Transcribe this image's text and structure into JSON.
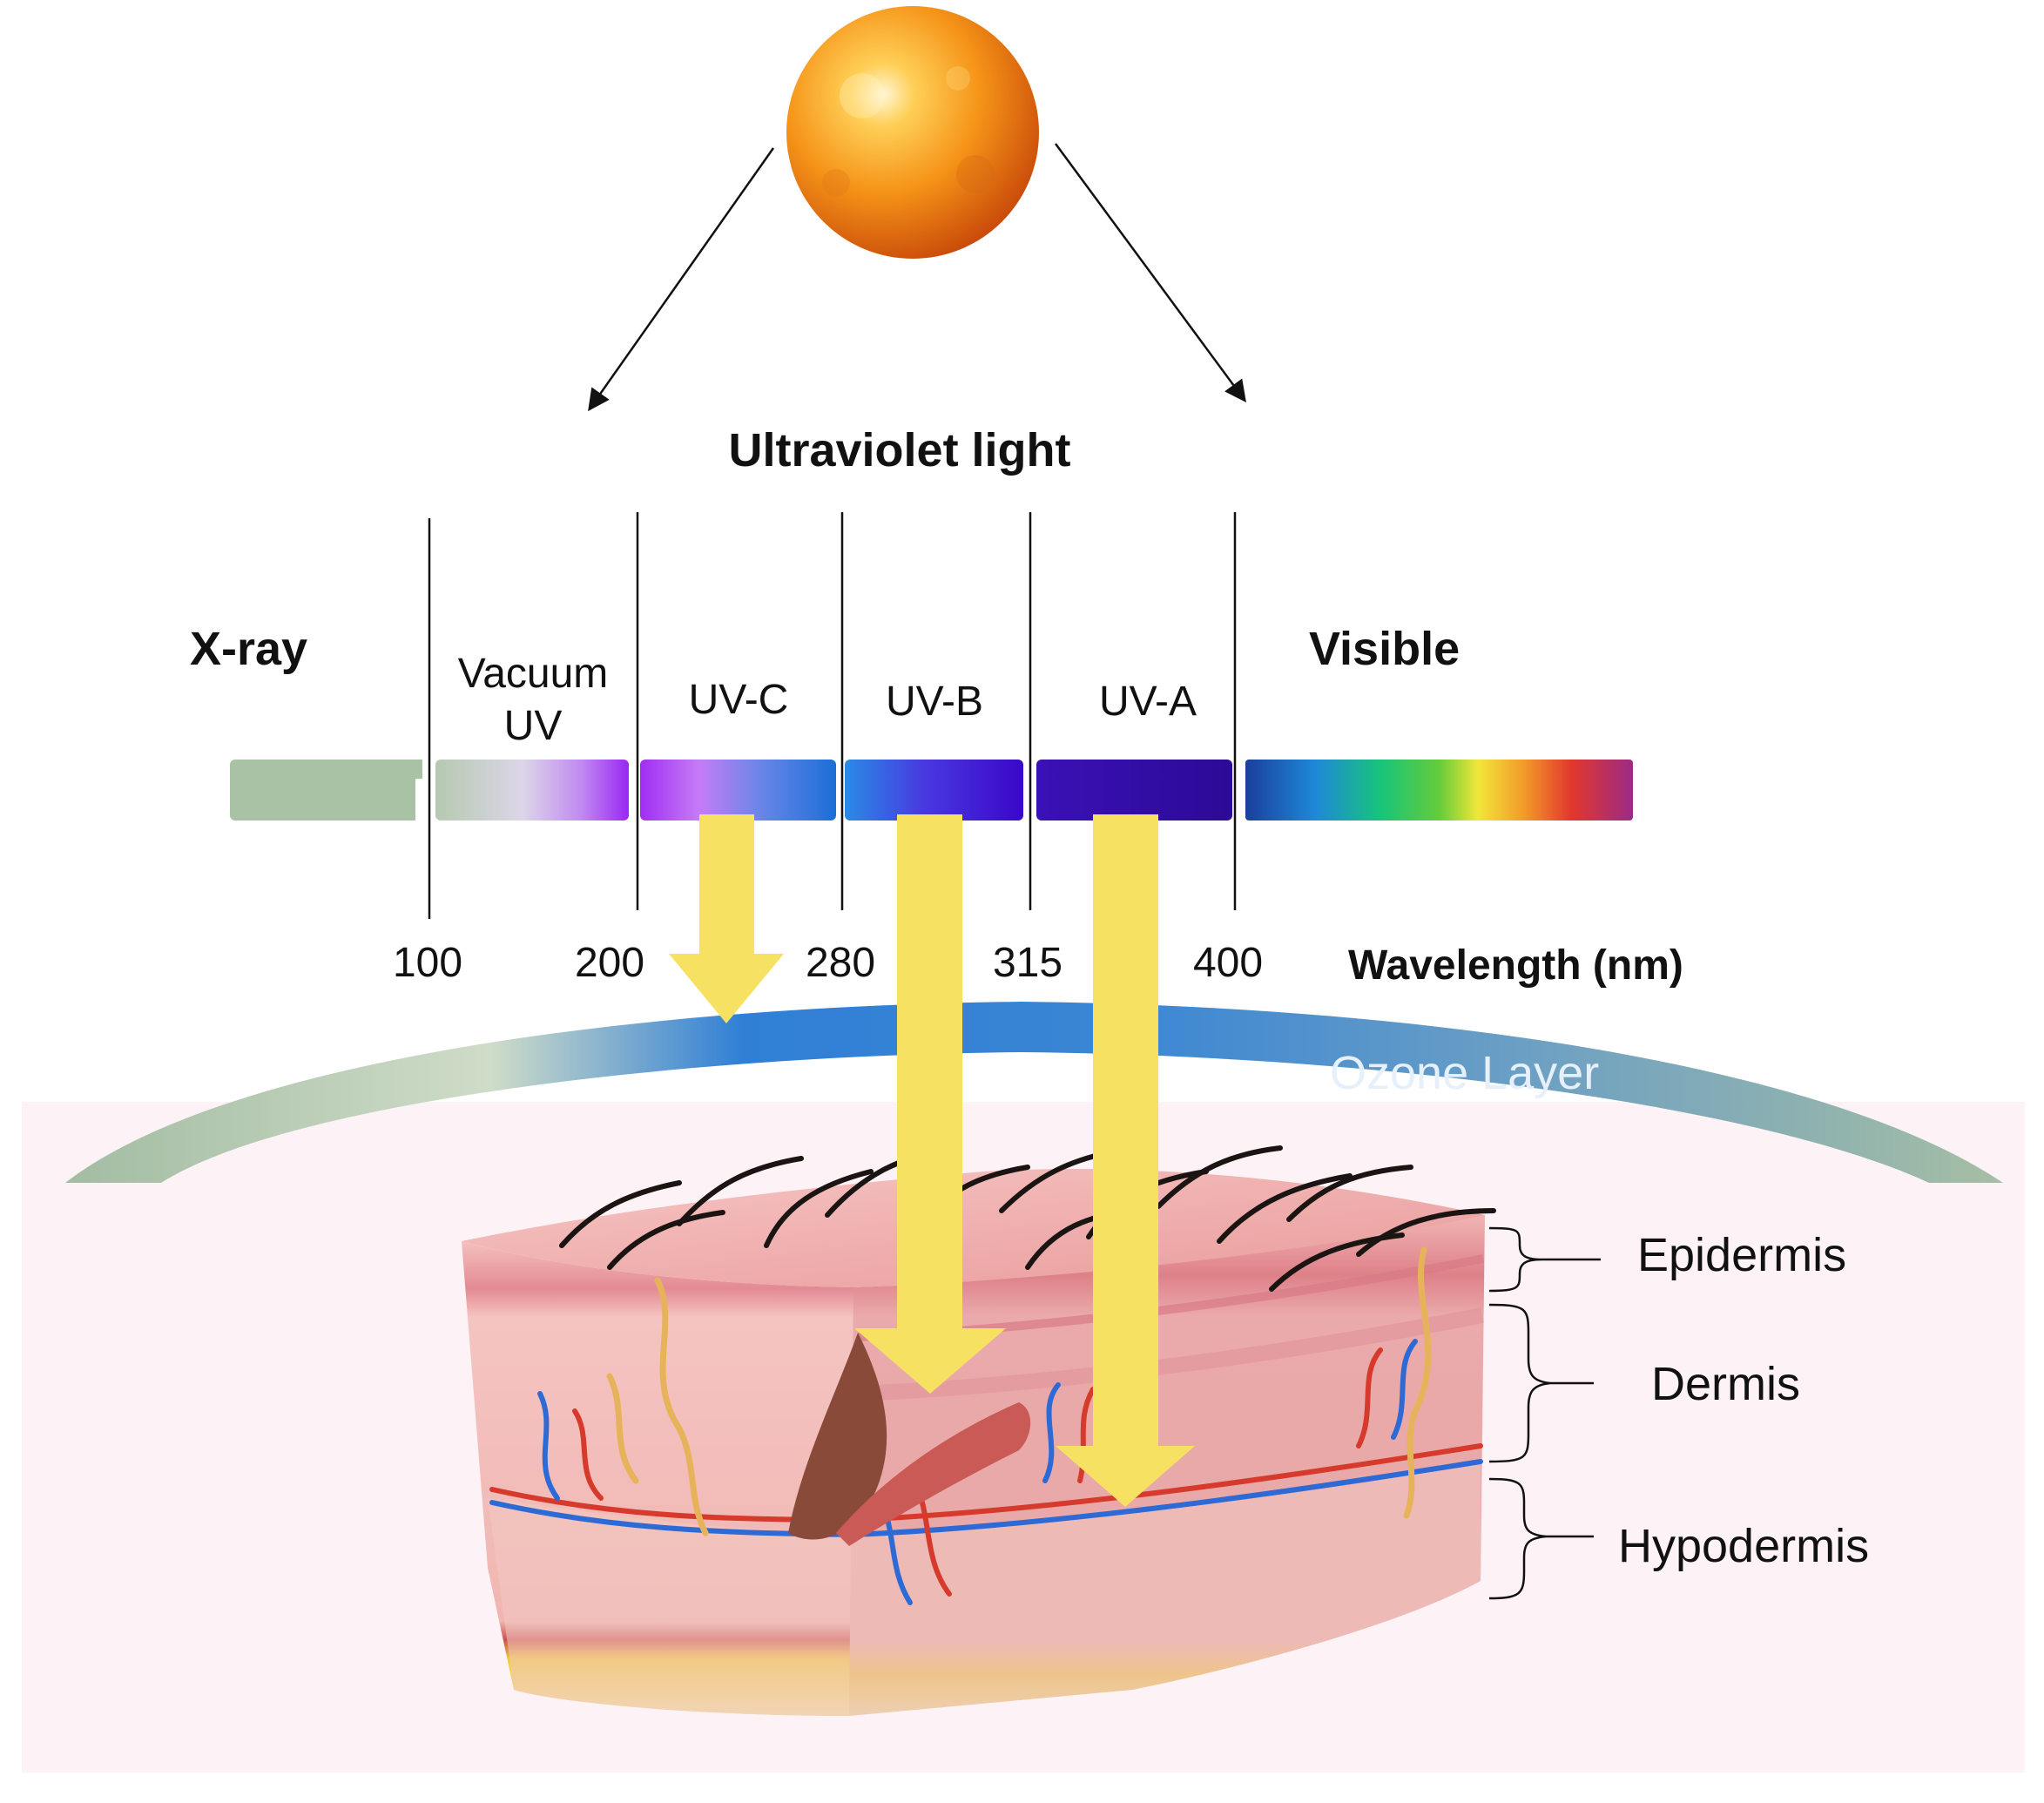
{
  "header": {
    "title": "Ultraviolet light"
  },
  "spectrum": {
    "left_label": "X-ray",
    "right_label": "Visible",
    "bands": [
      {
        "label_line1": "Vacuum",
        "label_line2": "UV"
      },
      {
        "label": "UV-C"
      },
      {
        "label": "UV-B"
      },
      {
        "label": "UV-A"
      }
    ],
    "ticks": [
      "100",
      "200",
      "280",
      "315",
      "400"
    ],
    "axis_label": "Wavelength (nm)"
  },
  "ozone": {
    "label": "Ozone Layer"
  },
  "skin_layers": [
    "Epidermis",
    "Dermis",
    "Hypodermis"
  ],
  "colors": {
    "sun": "#f29a1c",
    "arrow_fill": "#f7e163",
    "ozone_blue": "#2f7fd6",
    "ozone_edge": "#a6bea3",
    "skin_pink": "#f2b9b7",
    "fat_yellow": "#f2cc3c"
  }
}
